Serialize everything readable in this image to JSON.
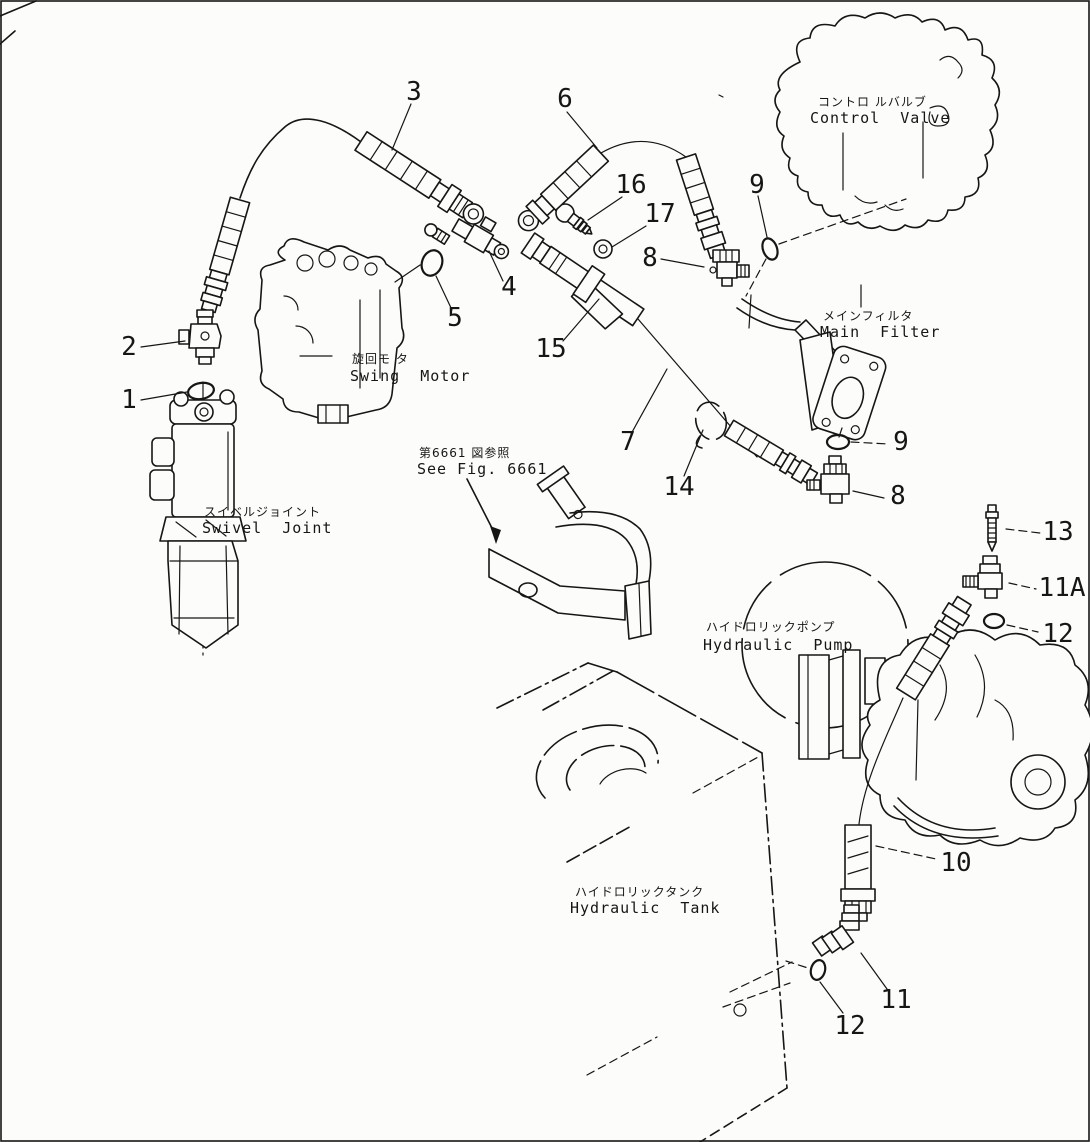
{
  "figure_type": "hydraulic-piping-parts-diagram",
  "colors": {
    "ink": "#161616",
    "paper": "#fcfcfa"
  },
  "components": {
    "control_valve": {
      "jp": "コントロ ルバルブ",
      "en": "Control  Valve"
    },
    "swing_motor": {
      "jp": "旋回モ タ",
      "en": "Swing  Motor"
    },
    "main_filter": {
      "jp": "メインフィルタ",
      "en": "Main  Filter"
    },
    "swivel_joint": {
      "jp": "スイベルジョイント",
      "en": "Swivel  Joint"
    },
    "hydraulic_pump": {
      "jp": "ハイドロリックポンプ",
      "en": "Hydraulic  Pump"
    },
    "hydraulic_tank": {
      "jp": "ハイドロリックタンク",
      "en": "Hydraulic  Tank"
    },
    "see_fig": {
      "jp": "第6661 図参照",
      "en": "See Fig. 6661"
    }
  },
  "callouts": {
    "c1": {
      "label": "1"
    },
    "c2": {
      "label": "2"
    },
    "c3": {
      "label": "3"
    },
    "c4": {
      "label": "4"
    },
    "c5": {
      "label": "5"
    },
    "c6": {
      "label": "6"
    },
    "c7": {
      "label": "7"
    },
    "c8a": {
      "label": "8"
    },
    "c8b": {
      "label": "8"
    },
    "c9a": {
      "label": "9"
    },
    "c9b": {
      "label": "9"
    },
    "c10": {
      "label": "10"
    },
    "c11": {
      "label": "11"
    },
    "c11A": {
      "label": "11A"
    },
    "c12a": {
      "label": "12"
    },
    "c12b": {
      "label": "12"
    },
    "c13": {
      "label": "13"
    },
    "c14": {
      "label": "14"
    },
    "c15": {
      "label": "15"
    },
    "c16": {
      "label": "16"
    },
    "c17": {
      "label": "17"
    }
  }
}
